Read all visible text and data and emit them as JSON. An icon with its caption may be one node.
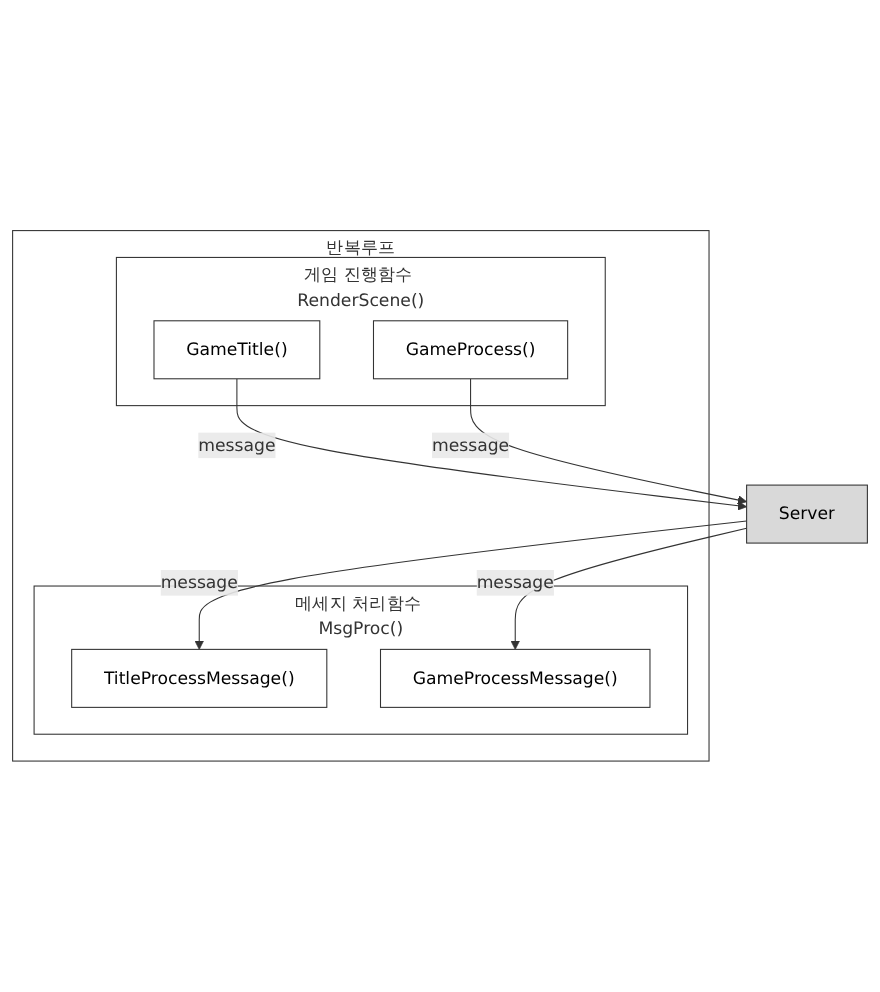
{
  "diagram": {
    "nodes": [
      {
        "text": [
          "Server"
        ]
      },
      {
        "text": [
          "반복루프"
        ]
      },
      {
        "text": [
          "게임 진행함수 RenderScene()"
        ],
        "in": 1
      },
      {
        "text": [
          "GameTitle()"
        ],
        "in": 2
      },
      {
        "text": [
          "GameProcess()"
        ],
        "in": 2
      },
      {
        "text": [
          "메세지 처리함수 MsgProc()"
        ],
        "in": 1
      },
      {
        "text": [
          "TitleProcessMessage()"
        ],
        "in": 5
      },
      {
        "text": [
          "GameProcessMessage()"
        ],
        "in": 5
      }
    ],
    "edges": [
      {
        "from": 3,
        "to": 0,
        "arrow": "to",
        "label": "message"
      },
      {
        "from": 4,
        "to": 0,
        "arrow": "to",
        "label": "message"
      },
      {
        "from": 0,
        "to": 6,
        "arrow": "to",
        "label": "message"
      },
      {
        "from": 0,
        "to": 7,
        "arrow": "to",
        "label": "message"
      }
    ]
  }
}
